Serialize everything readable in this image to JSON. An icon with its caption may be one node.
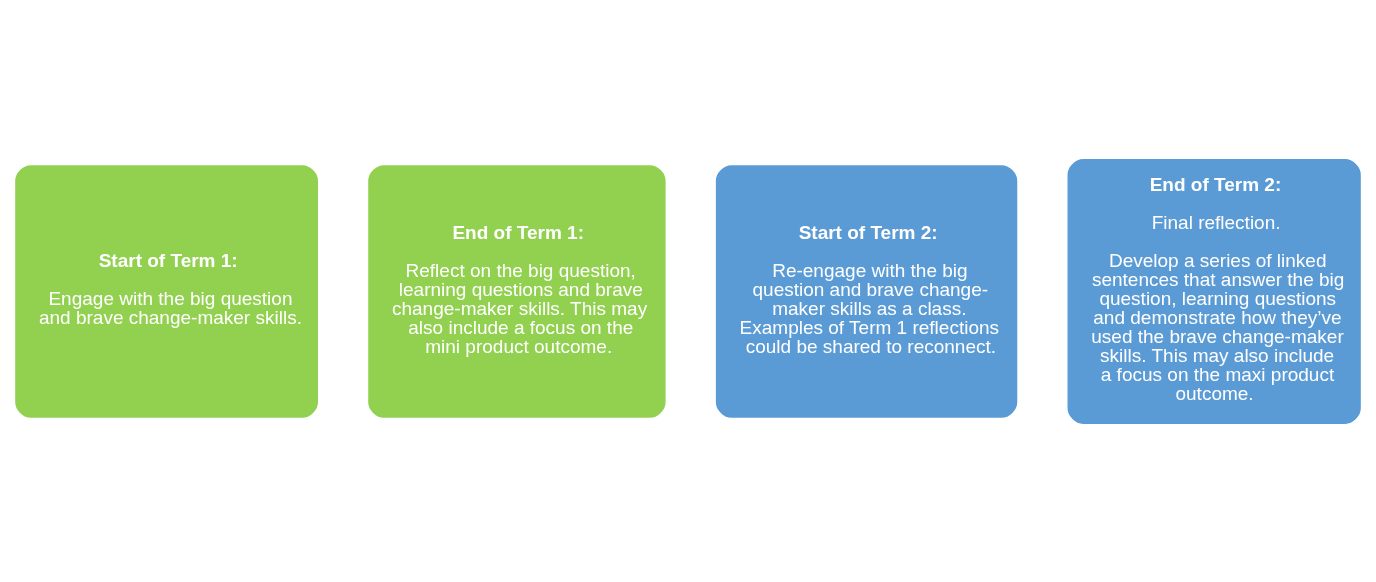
{
  "diagram": {
    "nodes": [
      {
        "text": [
          "Start of Term 1:",
          "Engage with the big question and brave change-maker skills."
        ]
      },
      {
        "text": [
          "End of Term 1:",
          "Reflect on the big question, learning questions and brave change-maker skills. This may also include a focus on the mini product outcome."
        ]
      },
      {
        "text": [
          "Start of Term 2:",
          "Re-engage with the big question and brave change-maker skills as a class. Examples of Term 1 reflections could be shared to reconnect."
        ]
      },
      {
        "text": [
          "End of Term 2:",
          "Final reflection.",
          "Develop a series of linked sentences that answer the big question, learning questions and demonstrate how they’ve used the brave change-maker skills. This may also include a focus on the maxi product outcome."
        ]
      }
    ]
  }
}
